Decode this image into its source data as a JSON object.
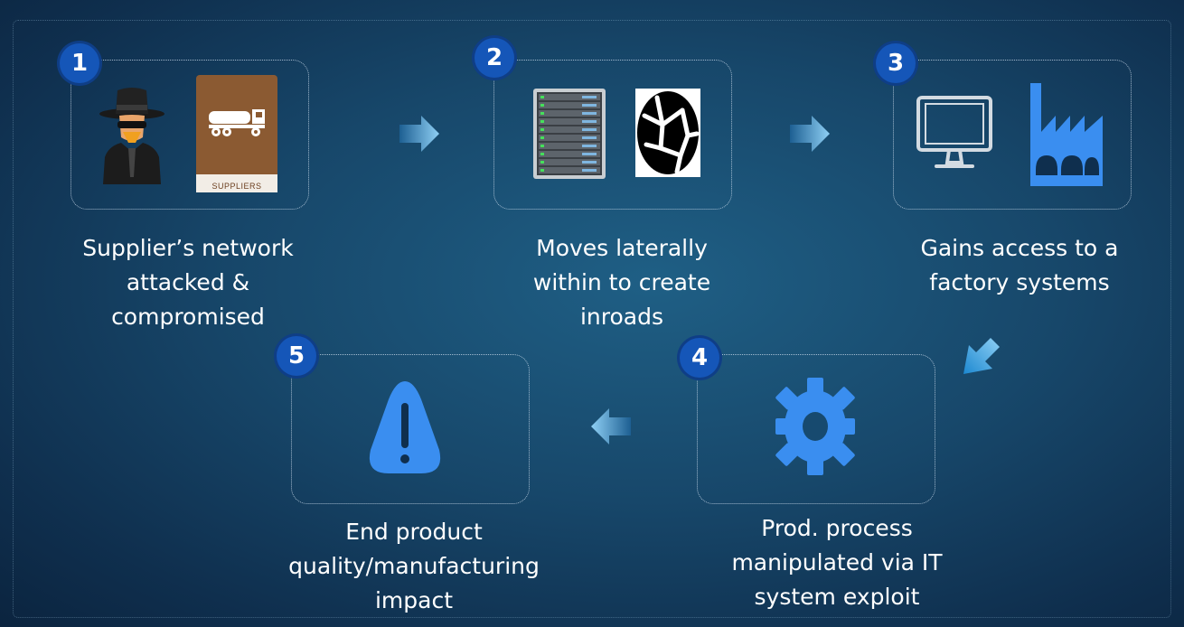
{
  "steps": [
    {
      "number": "1",
      "caption": [
        "Supplier’s network",
        "attacked &",
        "compromised"
      ]
    },
    {
      "number": "2",
      "caption": [
        "Moves laterally",
        "within  to create",
        "inroads"
      ]
    },
    {
      "number": "3",
      "caption": [
        "Gains access to a",
        "factory systems"
      ]
    },
    {
      "number": "4",
      "caption": [
        "Prod. process",
        "manipulated  via IT",
        "system exploit"
      ]
    },
    {
      "number": "5",
      "caption": [
        "End product",
        "quality/manufacturing",
        "impact"
      ]
    }
  ],
  "icons": {
    "step1": [
      "hacker-icon",
      "supplier-truck-icon"
    ],
    "step2": [
      "server-rack-icon",
      "network-globe-icon"
    ],
    "step3": [
      "monitor-icon",
      "factory-icon"
    ],
    "step4": [
      "gear-icon"
    ],
    "step5": [
      "warning-icon"
    ]
  },
  "supplier_icon_text": "SUPPLIERS",
  "colors": {
    "badge": "#1556b8",
    "accent_blue": "#3a8ef0",
    "supplier_brown": "#8b5a32",
    "arrow_light": "#7ec3f0"
  }
}
